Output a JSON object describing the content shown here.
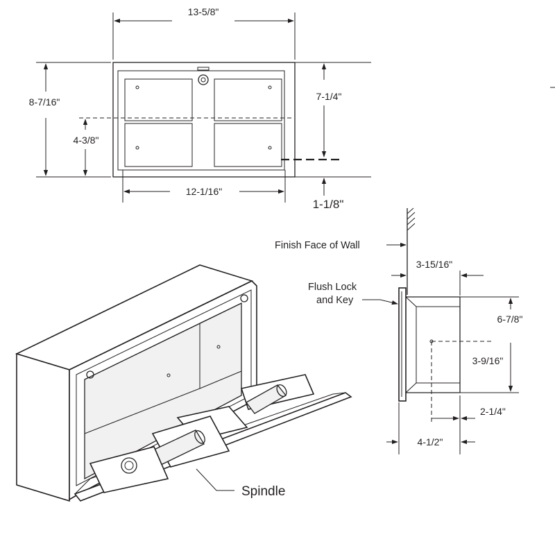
{
  "front_view": {
    "overall_width": "13-5/8\"",
    "overall_height": "8-7/16\"",
    "door_height": "7-1/4\"",
    "spindle_height": "4-3/8\"",
    "inner_width": "12-1/16\"",
    "bottom_offset": "1-1/8\""
  },
  "side_view": {
    "wall_label": "Finish Face of Wall",
    "depth_label": "3-15/16\"",
    "lock_label_line1": "Flush Lock",
    "lock_label_line2": "and Key",
    "opening_height": "6-7/8\"",
    "spindle_offset": "3-9/16\"",
    "bottom_depth": "2-1/4\"",
    "overall_depth": "4-1/2\""
  },
  "isometric_view": {
    "spindle_label": "Spindle"
  }
}
